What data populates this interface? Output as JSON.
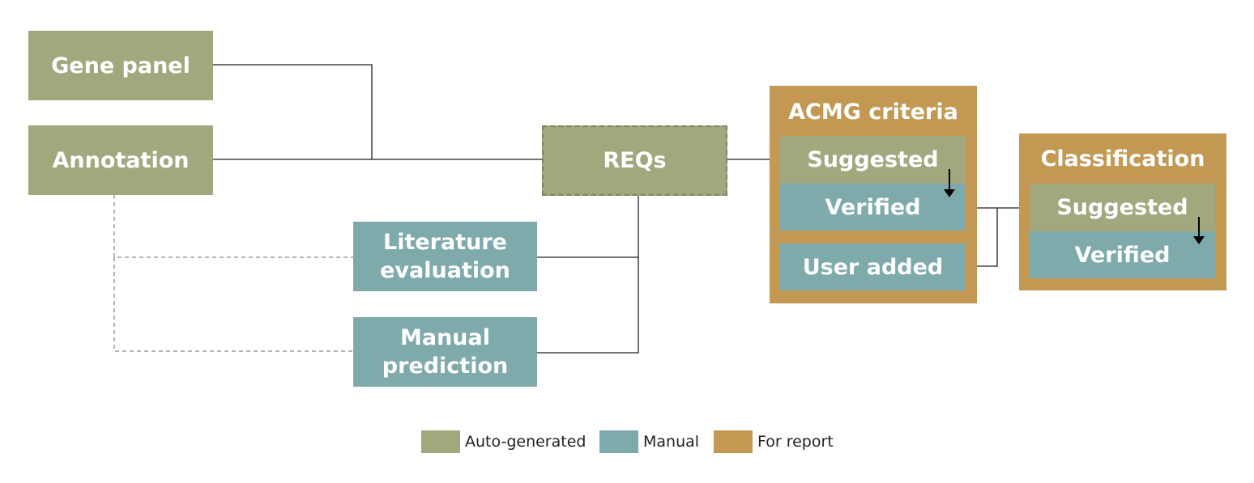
{
  "nodes": {
    "gene_panel": "Gene panel",
    "annotation": "Annotation",
    "reqs": "REQs",
    "literature_evaluation": [
      "Literature",
      "evaluation"
    ],
    "manual_prediction": [
      "Manual",
      "prediction"
    ]
  },
  "acmg": {
    "title": "ACMG criteria",
    "suggested": "Suggested",
    "verified": "Verified",
    "user_added": "User added"
  },
  "classification": {
    "title": "Classification",
    "suggested": "Suggested",
    "verified": "Verified"
  },
  "legend": {
    "auto": "Auto-generated",
    "manual": "Manual",
    "report": "For report"
  },
  "colors": {
    "auto_generated": "#a2a77d",
    "manual": "#7eaaab",
    "for_report": "#c39852"
  }
}
